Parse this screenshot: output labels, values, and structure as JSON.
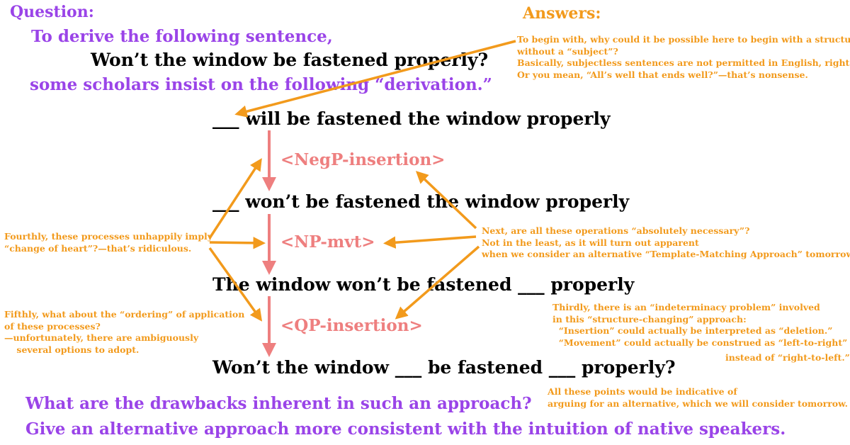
{
  "question": {
    "heading": "Question:",
    "intro": "To derive the following sentence,",
    "target": "Won’t the window be fastened properly?",
    "claim": "some scholars insist on the following “derivation.”"
  },
  "answers": {
    "heading": "Answers:",
    "first": "To begin with, why could it be possible here to begin with a structure\nwithout a “subject”?\nBasically, subjectless sentences are not permitted in English, right?\nOr you mean, “All’s well that ends well?”—that’s nonsense.",
    "second": "Next, are all these operations “absolutely necessary”?\nNot in the least, as it will turn out apparent\nwhen we consider an alternative “Template-Matching Approach” tomorrow.",
    "third": "Thirdly, there is an “indeterminacy problem” involved\nin this “structure-changing” approach:\n  “Insertion” could actually be interpreted as “deletion.”\n  “Movement” could actually be construed as “left-to-right”",
    "third_tail": "instead of “right-to-left.”",
    "fourth": "Fourthly, these processes unhappily imply\n“change of heart”?—that’s ridiculous.",
    "fifth": "Fifthly, what about the “ordering” of application\nof these processes?\n—unfortunately, there are ambiguously\n    several options to adopt.",
    "summary": "All these points would be indicative of\narguing for an alternative, which we will consider tomorrow."
  },
  "derivation": {
    "step1": "___ will be fastened the window properly",
    "op1": "<NegP-insertion>",
    "step2": "___ won’t be fastened the window properly",
    "op2": "<NP-mvt>",
    "step3": "The window won’t be fastened ___ properly",
    "op3": "<QP-insertion>",
    "step4": "Won’t the window ___ be fastened ___ properly?"
  },
  "tasks": {
    "q1": "What are the drawbacks inherent in such an approach?",
    "q2": "Give an alternative approach more consistent with the intuition of native speakers."
  },
  "colors": {
    "question": "#9a44e8",
    "answer": "#f29a1c",
    "operation": "#ee7f7f",
    "sentence": "#000000"
  }
}
